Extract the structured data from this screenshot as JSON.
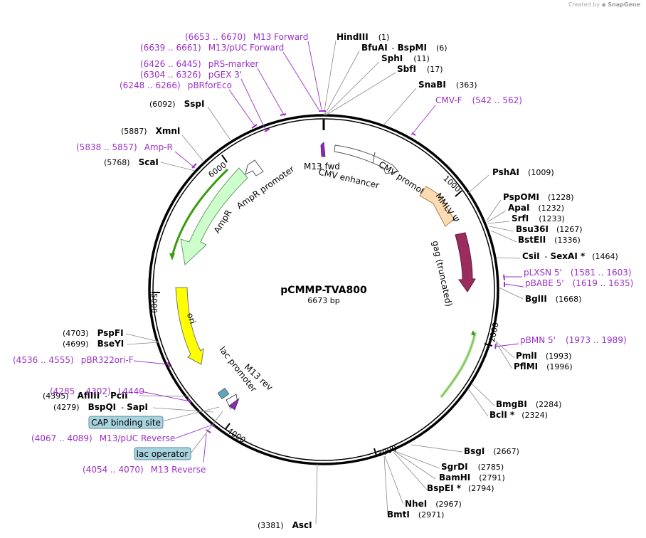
{
  "credit": {
    "prefix": "Created by",
    "brand": "SnapGene"
  },
  "plasmid": {
    "name": "pCMMP-TVA800",
    "length_label": "6673 bp",
    "length": 6673
  },
  "colors": {
    "primer": "#9b30c8",
    "feature_box": "#a8d4e0",
    "ori": "#ffff00",
    "ampr": "#ccffcc",
    "mmlv": "#fddcb5",
    "gag": "#9b2d5c",
    "green": "#3b9a13"
  },
  "ticks": [
    {
      "label": "1000",
      "pos": 1000
    },
    {
      "label": "2000",
      "pos": 2000
    },
    {
      "label": "3000",
      "pos": 3000
    },
    {
      "label": "4000",
      "pos": 4000
    },
    {
      "label": "5000",
      "pos": 5000
    },
    {
      "label": "6000",
      "pos": 6000
    }
  ],
  "enzymes": [
    {
      "name": "HindIII",
      "pos": "(1)"
    },
    {
      "name": "BfuAI",
      "sep": "-",
      "name2": "BspMI",
      "pos": "(6)"
    },
    {
      "name": "SphI",
      "pos": "(11)"
    },
    {
      "name": "SbfI",
      "pos": "(17)"
    },
    {
      "name": "SnaBI",
      "pos": "(363)"
    },
    {
      "name": "PshAI",
      "pos": "(1009)"
    },
    {
      "name": "PspOMI",
      "pos": "(1228)"
    },
    {
      "name": "ApaI",
      "pos": "(1232)"
    },
    {
      "name": "SrfI",
      "pos": "(1233)"
    },
    {
      "name": "Bsu36I",
      "pos": "(1267)"
    },
    {
      "name": "BstEII",
      "pos": "(1336)"
    },
    {
      "name": "CsiI",
      "sep": "-",
      "name2": "SexAI *",
      "pos": "(1464)"
    },
    {
      "name": "BglII",
      "pos": "(1668)"
    },
    {
      "name": "PmlI",
      "pos": "(1993)"
    },
    {
      "name": "PflMI",
      "pos": "(1996)"
    },
    {
      "name": "BmgBI",
      "pos": "(2284)"
    },
    {
      "name": "BclI *",
      "pos": "(2324)"
    },
    {
      "name": "BsgI",
      "pos": "(2667)"
    },
    {
      "name": "SgrDI",
      "pos": "(2785)"
    },
    {
      "name": "BamHI",
      "pos": "(2791)"
    },
    {
      "name": "BspEI *",
      "pos": "(2794)"
    },
    {
      "name": "NheI",
      "pos": "(2967)"
    },
    {
      "name": "BmtI",
      "pos": "(2971)"
    },
    {
      "name": "AscI",
      "pos": "(3381)"
    },
    {
      "name": "BspQI",
      "sep": "-",
      "name2": "SapI",
      "pos": "(4279)"
    },
    {
      "name": "AflIII",
      "sep": "-",
      "name2": "PciI",
      "pos": "(4395)"
    },
    {
      "name": "BseYI",
      "pos": "(4699)"
    },
    {
      "name": "PspFI",
      "pos": "(4703)"
    },
    {
      "name": "ScaI",
      "pos": "(5768)"
    },
    {
      "name": "XmnI",
      "pos": "(5887)"
    },
    {
      "name": "SspI",
      "pos": "(6092)"
    }
  ],
  "primers": [
    {
      "name": "M13 Forward",
      "range": "(6653 .. 6670)"
    },
    {
      "name": "M13/pUC Forward",
      "range": "(6639 .. 6661)"
    },
    {
      "name": "pRS-marker",
      "range": "(6426 .. 6445)"
    },
    {
      "name": "pGEX 3'",
      "range": "(6304 .. 6326)"
    },
    {
      "name": "pBRforEco",
      "range": "(6248 .. 6266)"
    },
    {
      "name": "Amp-R",
      "range": "(5838 .. 5857)"
    },
    {
      "name": "CMV-F",
      "range": "(542 .. 562)"
    },
    {
      "name": "pLXSN 5'",
      "range": "(1581 .. 1603)"
    },
    {
      "name": "pBABE 5'",
      "range": "(1619 .. 1635)"
    },
    {
      "name": "pBMN 5'",
      "range": "(1973 .. 1989)"
    },
    {
      "name": "pBR322ori-F",
      "range": "(4536 .. 4555)"
    },
    {
      "name": "L4440",
      "range": "(4285 .. 4302)"
    },
    {
      "name": "M13/pUC Reverse",
      "range": "(4067 .. 4089)"
    },
    {
      "name": "M13 Reverse",
      "range": "(4054 .. 4070)"
    }
  ],
  "boxed_features": [
    {
      "name": "CAP binding site"
    },
    {
      "name": "lac operator"
    }
  ],
  "features": [
    {
      "name": "M13 fwd"
    },
    {
      "name": "CMV enhancer"
    },
    {
      "name": "CMV promoter"
    },
    {
      "name": "MMLV Ψ"
    },
    {
      "name": "gag (truncated)"
    },
    {
      "name": "AmpR promoter"
    },
    {
      "name": "AmpR"
    },
    {
      "name": "ori"
    },
    {
      "name": "lac promoter"
    },
    {
      "name": "M13 rev"
    }
  ]
}
